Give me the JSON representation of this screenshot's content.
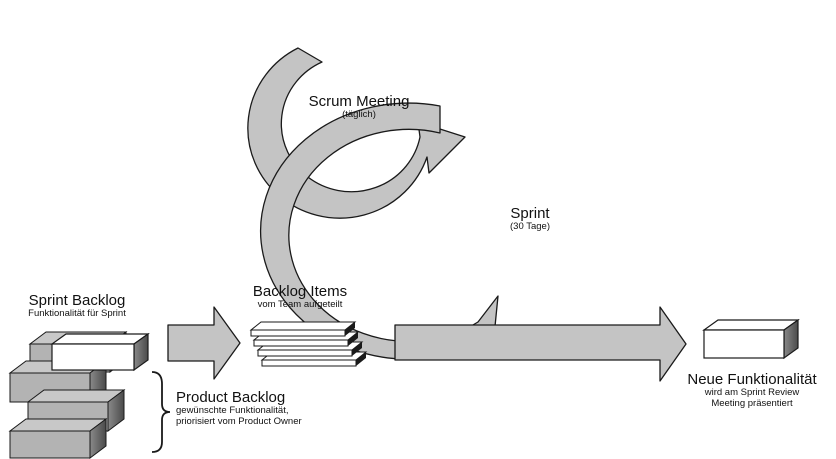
{
  "scrum_meeting": {
    "title": "Scrum Meeting",
    "subtitle": "(täglich)"
  },
  "sprint": {
    "title": "Sprint",
    "subtitle": "(30 Tage)"
  },
  "sprint_backlog": {
    "title": "Sprint Backlog",
    "subtitle": "Funktionalität für Sprint"
  },
  "backlog_items": {
    "title": "Backlog Items",
    "subtitle": "vom Team aufgeteilt"
  },
  "product_backlog": {
    "title": "Product Backlog",
    "line1": "gewünschte Funktionalität,",
    "line2": "priorisiert vom Product Owner"
  },
  "result": {
    "title": "Neue Funktionalität",
    "line1": "wird am Sprint Review",
    "line2": "Meeting präsentiert"
  },
  "colors": {
    "arrow_fill": "#c4c4c4",
    "box_gray": "#b3b3b3",
    "box_side": "#6e6e6e",
    "outline": "#1a1a1a"
  }
}
